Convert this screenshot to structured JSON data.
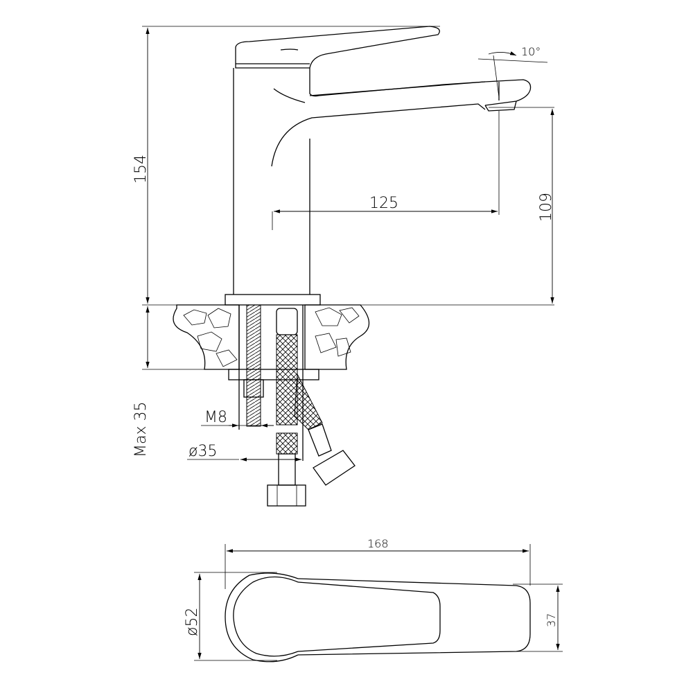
{
  "drawing": {
    "side_view": {
      "height_total": "154",
      "spout_height": "109",
      "spout_reach": "125",
      "spout_angle": "10°",
      "max_counter_thickness": "Max 35",
      "thread": "M8",
      "hole_diameter": "ø35"
    },
    "top_view": {
      "length": "168",
      "base_diameter": "ø52",
      "handle_width": "37"
    }
  }
}
